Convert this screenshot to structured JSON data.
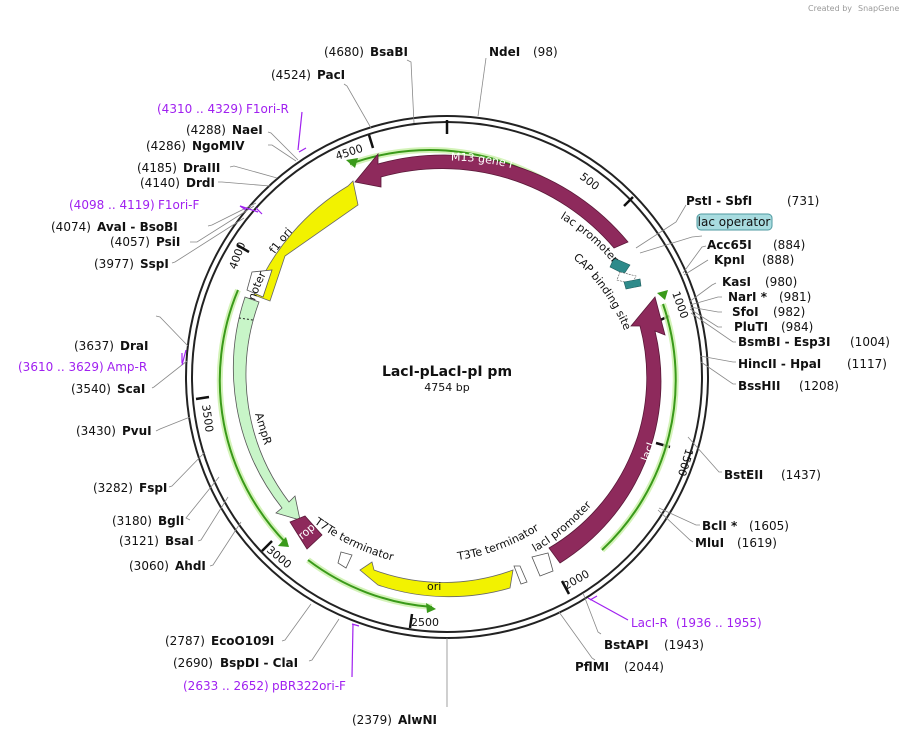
{
  "header": {
    "brand_prefix": "Created by",
    "brand_name": "SnapGene"
  },
  "plasmid": {
    "name": "LacI-pLacI-pI pm",
    "length_label": "4754 bp"
  },
  "ticks": [
    {
      "label": "500",
      "bp": 500
    },
    {
      "label": "1000",
      "bp": 1000
    },
    {
      "label": "1500",
      "bp": 1500
    },
    {
      "label": "2000",
      "bp": 2000
    },
    {
      "label": "2500",
      "bp": 2500
    },
    {
      "label": "3000",
      "bp": 3000
    },
    {
      "label": "3500",
      "bp": 3500
    },
    {
      "label": "4000",
      "bp": 4000
    },
    {
      "label": "4500",
      "bp": 4500
    }
  ],
  "features": [
    {
      "name": "M13 gene I",
      "color": "#8e2a5c",
      "text_color": "#ffffff"
    },
    {
      "name": "f1 ori",
      "color": "#f2f200",
      "text_color": "#111111"
    },
    {
      "name": "cat promoter",
      "color": "#ffffff",
      "text_color": "#111111"
    },
    {
      "name": "AmpR",
      "color": "#c8f5c8",
      "text_color": "#111111"
    },
    {
      "name": "rop",
      "color": "#8e2a5c",
      "text_color": "#ffffff"
    },
    {
      "name": "T7Te terminator",
      "color": "#ffffff",
      "text_color": "#111111"
    },
    {
      "name": "ori",
      "color": "#f2f200",
      "text_color": "#111111"
    },
    {
      "name": "T3Te terminator",
      "color": "#ffffff",
      "text_color": "#111111"
    },
    {
      "name": "lacI promoter",
      "color": "#ffffff",
      "text_color": "#111111"
    },
    {
      "name": "lacI",
      "color": "#8e2a5c",
      "text_color": "#ffffff"
    },
    {
      "name": "lac promoter",
      "color": "#ffffff",
      "text_color": "#111111"
    },
    {
      "name": "CAP binding site",
      "color": "#2e8a8a",
      "text_color": "#111111"
    }
  ],
  "lac_operator": {
    "label": "lac operator",
    "fill": "#a8dce0"
  },
  "sites_right": [
    {
      "pos": "(98)",
      "name": "NdeI"
    },
    {
      "pos": "(731)",
      "name": "PstI  - SbfI"
    },
    {
      "pos": "(884)",
      "name": "Acc65I"
    },
    {
      "pos": "(888)",
      "name": "KpnI"
    },
    {
      "pos": "(980)",
      "name": "KasI"
    },
    {
      "pos": "(981)",
      "name": "NarI *"
    },
    {
      "pos": "(982)",
      "name": "SfoI"
    },
    {
      "pos": "(984)",
      "name": "PluTI"
    },
    {
      "pos": "(1004)",
      "name": "BsmBI  - Esp3I"
    },
    {
      "pos": "(1117)",
      "name": "HincII  - HpaI"
    },
    {
      "pos": "(1208)",
      "name": "BssHII"
    },
    {
      "pos": "(1437)",
      "name": "BstEII"
    },
    {
      "pos": "(1605)",
      "name": "BclI *"
    },
    {
      "pos": "(1619)",
      "name": "MluI"
    },
    {
      "pos": "(1943)",
      "name": "BstAPI"
    },
    {
      "pos": "(2044)",
      "name": "PflMI"
    },
    {
      "pos": "(2379)",
      "name": "AlwNI"
    }
  ],
  "sites_left": [
    {
      "pos": "(4680)",
      "name": "BsaBI"
    },
    {
      "pos": "(4524)",
      "name": "PacI"
    },
    {
      "pos": "(4288)",
      "name": "NaeI"
    },
    {
      "pos": "(4286)",
      "name": "NgoMIV"
    },
    {
      "pos": "(4185)",
      "name": "DraIII"
    },
    {
      "pos": "(4140)",
      "name": "DrdI"
    },
    {
      "pos": "(4074)",
      "name": "AvaI  - BsoBI"
    },
    {
      "pos": "(4057)",
      "name": "PsiI"
    },
    {
      "pos": "(3977)",
      "name": "SspI"
    },
    {
      "pos": "(3637)",
      "name": "DraI"
    },
    {
      "pos": "(3540)",
      "name": "ScaI"
    },
    {
      "pos": "(3430)",
      "name": "PvuI"
    },
    {
      "pos": "(3282)",
      "name": "FspI"
    },
    {
      "pos": "(3180)",
      "name": "BglI"
    },
    {
      "pos": "(3121)",
      "name": "BsaI"
    },
    {
      "pos": "(3060)",
      "name": "AhdI"
    },
    {
      "pos": "(2787)",
      "name": "EcoO109I"
    },
    {
      "pos": "(2690)",
      "name": "BspDI  - ClaI"
    }
  ],
  "primers": [
    {
      "range": "(4310 .. 4329)",
      "name": "F1ori-R"
    },
    {
      "range": "(4098 .. 4119)",
      "name": "F1ori-F"
    },
    {
      "range": "(3610 .. 3629)",
      "name": "Amp-R"
    },
    {
      "name": "LacI-R",
      "range": "(1936 .. 1955)"
    },
    {
      "range": "(2633 .. 2652)",
      "name": "pBR322ori-F"
    }
  ],
  "colors": {
    "primer": "#a020f0",
    "feature_magenta": "#8e2a5c",
    "feature_yellow": "#f2f200",
    "ampR_green": "#c8f5c8",
    "orf_green": "#3a9a1a"
  }
}
